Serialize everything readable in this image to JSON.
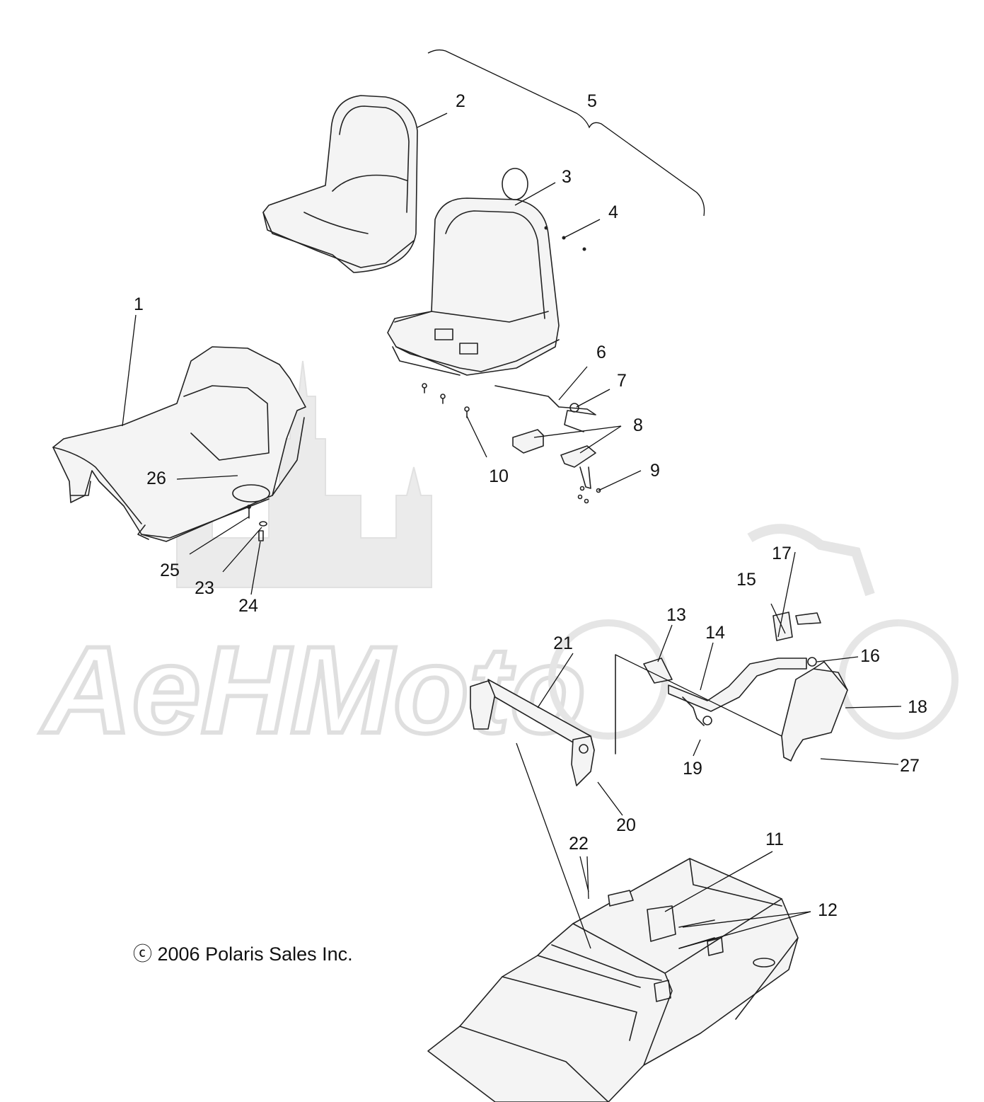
{
  "copyright": "ⓒ 2006 Polaris Sales Inc.",
  "watermark": "AeHMoto",
  "callouts": {
    "c1": "1",
    "c2": "2",
    "c3": "3",
    "c4": "4",
    "c5": "5",
    "c6": "6",
    "c7": "7",
    "c8": "8",
    "c9": "9",
    "c10": "10",
    "c11": "11",
    "c12": "12",
    "c13": "13",
    "c14": "14",
    "c15": "15",
    "c16": "16",
    "c17": "17",
    "c18": "18",
    "c19": "19",
    "c20": "20",
    "c21": "21",
    "c22": "22",
    "c23": "23",
    "c24": "24",
    "c25": "25",
    "c26": "26",
    "c27": "27"
  }
}
